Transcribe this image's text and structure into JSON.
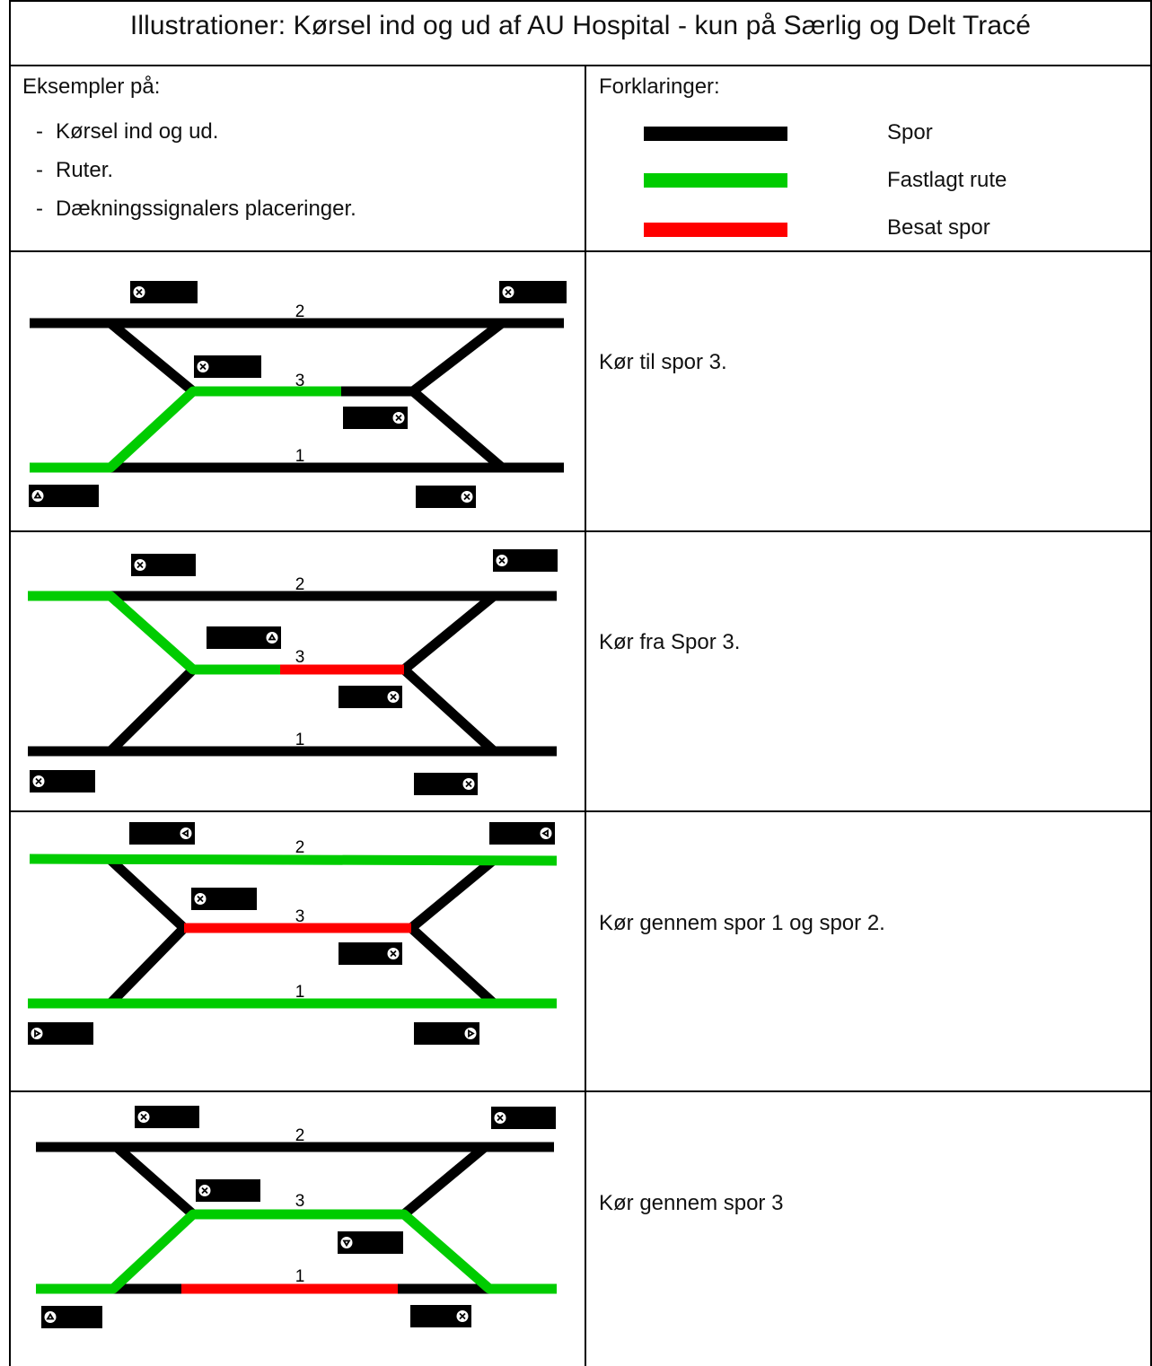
{
  "title": "Illustrationer: Kørsel ind og ud af AU Hospital - kun på Særlig og Delt Tracé",
  "examples": {
    "heading": "Eksempler på:",
    "items": [
      "Kørsel ind og ud.",
      "Ruter.",
      "Dækningssignalers placeringer."
    ]
  },
  "legend": {
    "heading": "Forklaringer:",
    "items": [
      {
        "label": "Spor",
        "color": "#000000"
      },
      {
        "label": "Fastlagt rute",
        "color": "#00cc00"
      },
      {
        "label": "Besat spor",
        "color": "#ff0000"
      }
    ]
  },
  "colors": {
    "track": "#000000",
    "route": "#00cc00",
    "occupied": "#ff0000"
  },
  "track_labels": [
    "2",
    "3",
    "1"
  ],
  "rows": [
    {
      "caption": "Kør til spor 3."
    },
    {
      "caption": "Kør fra Spor 3."
    },
    {
      "caption": "Kør gennem spor 1 og spor 2."
    },
    {
      "caption": "Kør gennem spor 3"
    }
  ]
}
